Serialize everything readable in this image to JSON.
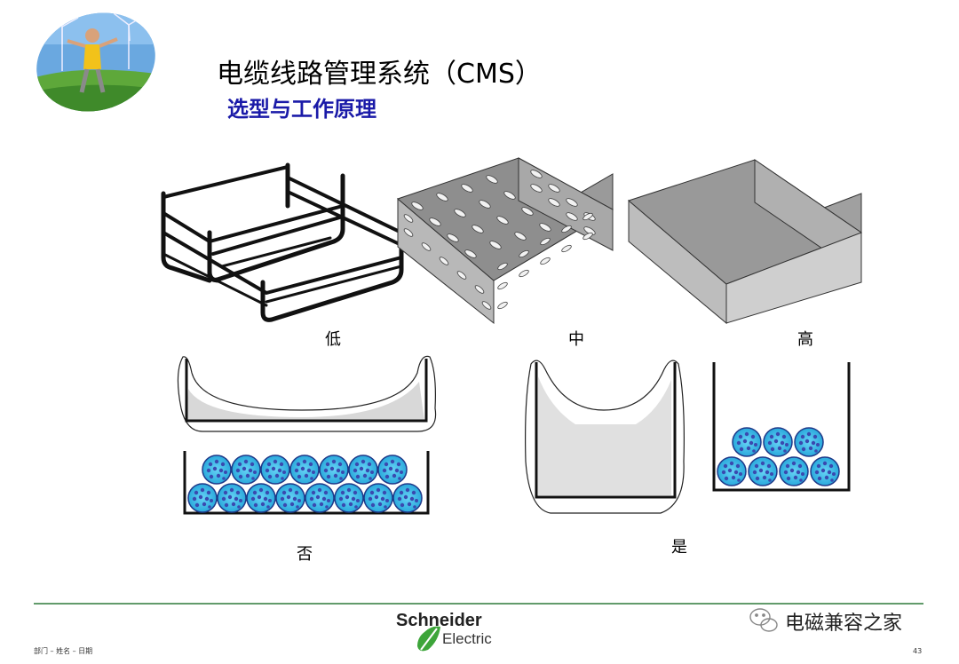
{
  "title": "电缆线路管理系统（CMS）",
  "subtitle": "选型与工作原理",
  "tray_levels": {
    "low": "低",
    "medium": "中",
    "high": "高"
  },
  "fill_labels": {
    "no": "否",
    "yes": "是"
  },
  "footer": {
    "left": "部门 – 姓名 – 日期",
    "page": "43",
    "brand_line1": "Schneider",
    "brand_line2": "Electric",
    "watermark": "电磁兼容之家"
  },
  "colors": {
    "footer_rule": "#2e7a3a",
    "subtitle": "#1a1aa8",
    "cable": "#46c3ee",
    "cable_core": "#3a4ab0",
    "tray_gray": "#c9c9c9"
  }
}
